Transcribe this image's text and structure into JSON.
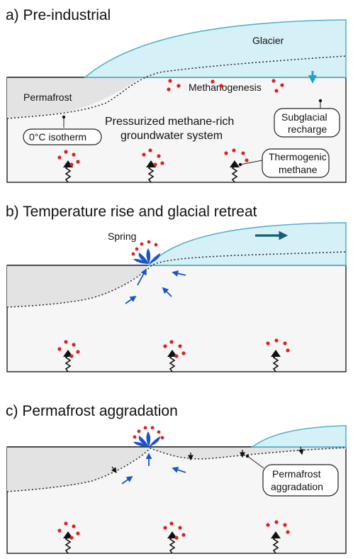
{
  "colors": {
    "glacier_fill": "#d6f0f7",
    "glacier_stroke": "#4fb3c8",
    "permafrost_fill": "#e3e3e3",
    "ground_fill": "#f6f6f6",
    "methane_dot": "#e02020",
    "water_arrow": "#1a55c8",
    "recharge_arrow": "#19a6c9",
    "retreat_arrow": "#14606e"
  },
  "panels": [
    {
      "title": "a) Pre-industrial",
      "labels": {
        "glacier": "Glacier",
        "permafrost": "Permafrost",
        "methanogenesis": "Methanogenesis",
        "groundwater_line1": "Pressurized methane-rich",
        "groundwater_line2": "groundwater system",
        "isotherm": "0°C isotherm",
        "recharge_line1": "Subglacial",
        "recharge_line2": "recharge",
        "thermo_line1": "Thermogenic",
        "thermo_line2": "methane"
      }
    },
    {
      "title": "b) Temperature rise and glacial retreat",
      "labels": {
        "spring": "Spring"
      }
    },
    {
      "title": "c) Permafrost aggradation",
      "labels": {
        "aggradation_line1": "Permafrost",
        "aggradation_line2": "aggradation"
      }
    }
  ]
}
